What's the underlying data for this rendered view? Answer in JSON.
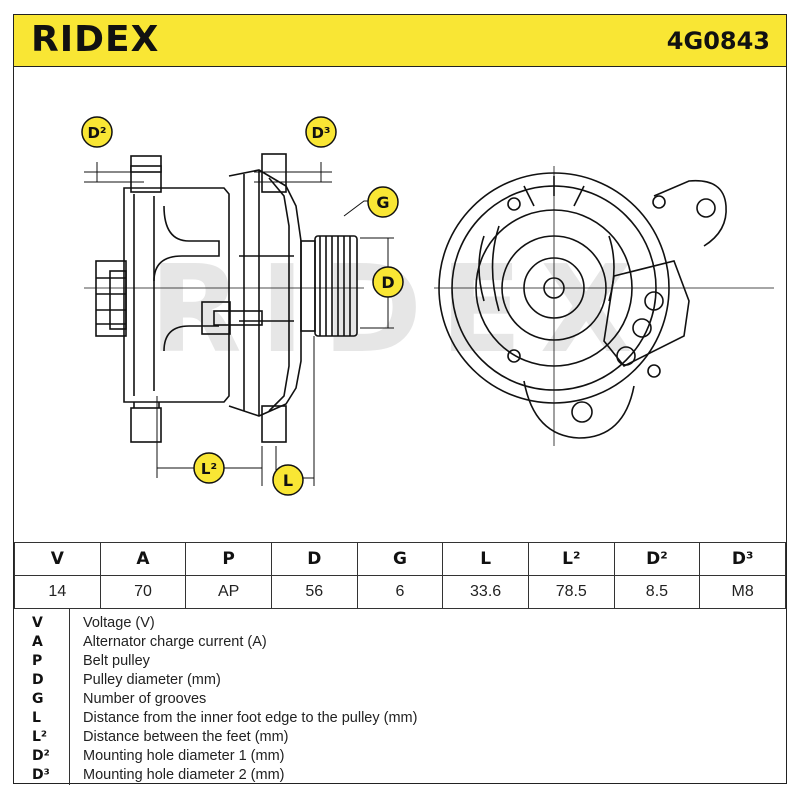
{
  "header": {
    "brand": "RIDEX",
    "part_number": "4G0843"
  },
  "drawing": {
    "labels": {
      "d2": "D²",
      "d3": "D³",
      "g": "G",
      "d": "D",
      "l2": "L²",
      "l": "L"
    },
    "watermark": "RIDEX",
    "colors": {
      "badge": "#f9e634",
      "line": "#111111"
    }
  },
  "specs": {
    "headers": [
      "V",
      "A",
      "P",
      "D",
      "G",
      "L",
      "L²",
      "D²",
      "D³"
    ],
    "values": [
      "14",
      "70",
      "AP",
      "56",
      "6",
      "33.6",
      "78.5",
      "8.5",
      "M8"
    ]
  },
  "legend": [
    {
      "code": "V",
      "desc": "Voltage (V)"
    },
    {
      "code": "A",
      "desc": "Alternator charge current (A)"
    },
    {
      "code": "P",
      "desc": "Belt pulley"
    },
    {
      "code": "D",
      "desc": "Pulley diameter (mm)"
    },
    {
      "code": "G",
      "desc": "Number of grooves"
    },
    {
      "code": "L",
      "desc": "Distance from the inner foot edge to the pulley (mm)"
    },
    {
      "code": "L²",
      "desc": "Distance between the feet (mm)"
    },
    {
      "code": "D²",
      "desc": "Mounting hole diameter 1 (mm)"
    },
    {
      "code": "D³",
      "desc": "Mounting hole diameter 2 (mm)"
    }
  ]
}
